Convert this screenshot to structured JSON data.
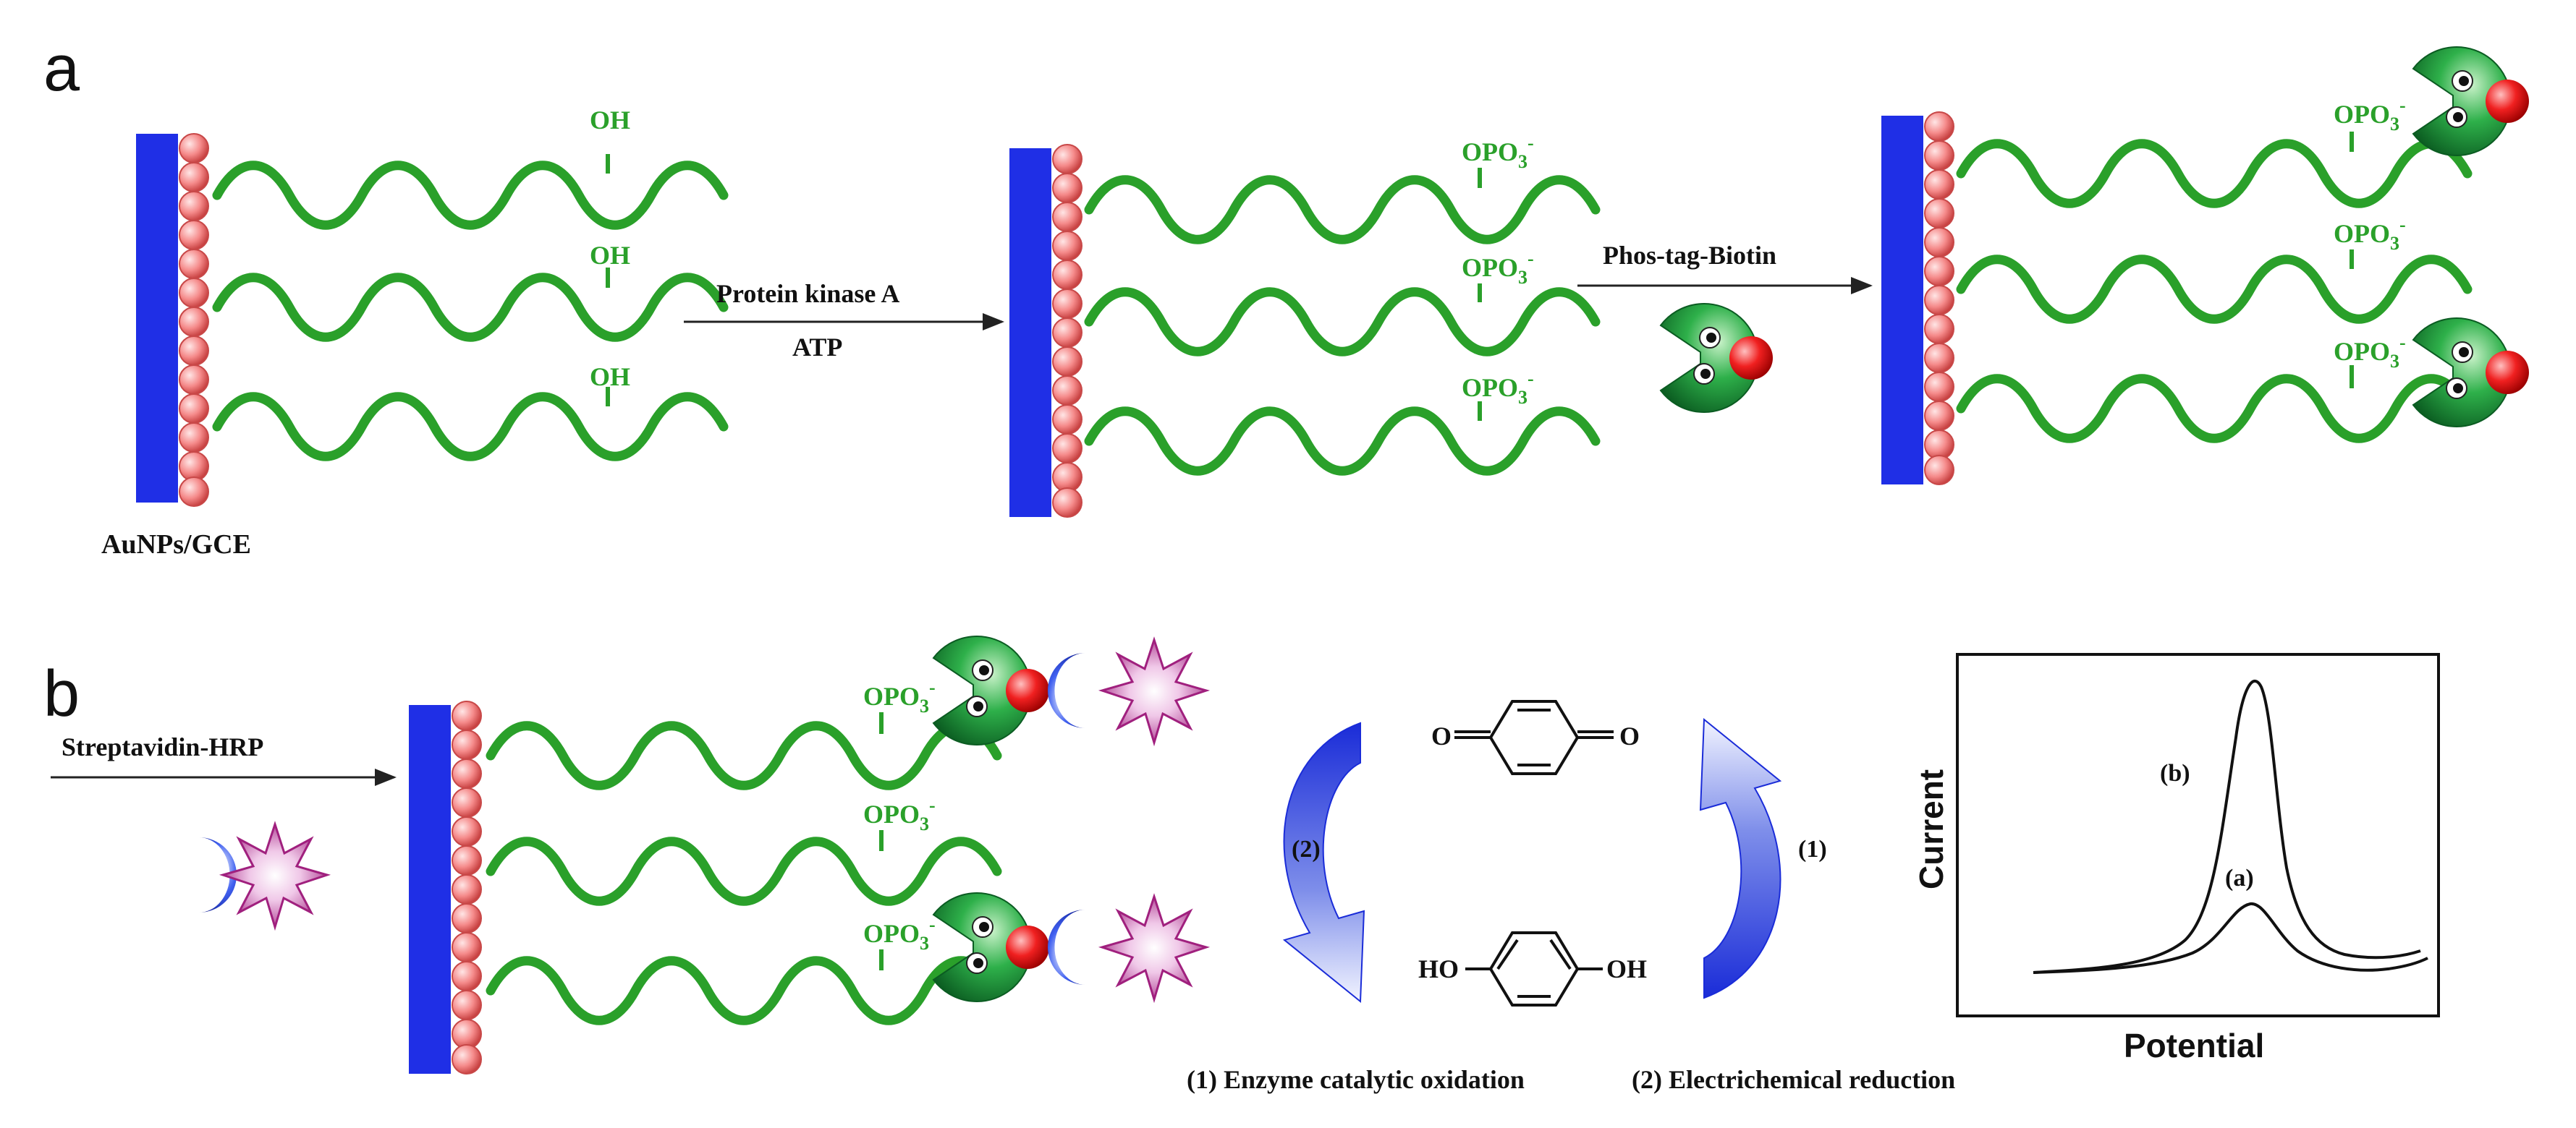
{
  "colors": {
    "electrode": "#1f2fe6",
    "peptide": "#2aa02a",
    "label_green": "#2aa02a",
    "gold_np": "#f07070",
    "phostag": "#1e9a38",
    "biotin": "#ee2020",
    "streptavidin": "#2040e0",
    "hrp": "#b0308a",
    "cycle_arrow": "#1a2cd8"
  },
  "panel_a": {
    "letter": "a",
    "electrode_label": "AuNPs/GCE",
    "group_oh": "OH",
    "group_opo3": "OPO",
    "subscript_3": "3",
    "charge_minus": "-",
    "step1_top": "Protein kinase A",
    "step1_bottom": "ATP",
    "step2_top": "Phos-tag-Biotin"
  },
  "panel_b": {
    "letter": "b",
    "step3_top": "Streptavidin-HRP",
    "benzoquinone_o": "O",
    "hydroquinone_ho": "HO",
    "hydroquinone_oh": "OH",
    "cycle_label_1": "(1)",
    "cycle_label_2": "(2)",
    "legend_1": "(1) Enzyme catalytic oxidation",
    "legend_2": "(2) Electrichemical reduction"
  },
  "chart": {
    "ylabel": "Current",
    "xlabel": "Potential",
    "curve_b_label": "(b)",
    "curve_a_label": "(a)"
  },
  "chart_data": {
    "type": "line",
    "title": "",
    "xlabel": "Potential",
    "ylabel": "Current",
    "grid": false,
    "legend": "none",
    "series": [
      {
        "name": "(b)",
        "peak_height_relative": 1.0
      },
      {
        "name": "(a)",
        "peak_height_relative": 0.27
      }
    ]
  }
}
